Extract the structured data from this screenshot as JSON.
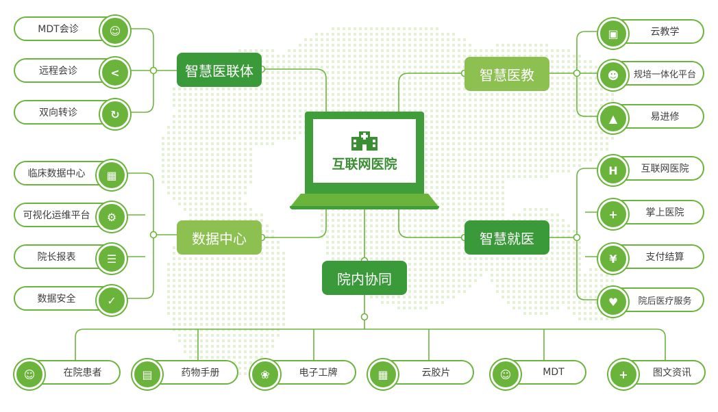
{
  "colors": {
    "dark_green": "#3a9a3a",
    "light_green": "#8cc151",
    "line": "#6bb43c",
    "map_dots": "#e3f0d6"
  },
  "center": {
    "title": "互联网医院",
    "icon": "hospital-building-icon"
  },
  "hubs": {
    "alliance": "智慧医联体",
    "education": "智慧医教",
    "data_center": "数据中心",
    "medical": "智慧就医",
    "collab": "院内协同"
  },
  "alliance_items": [
    {
      "label": "MDT会诊",
      "icon": "group-icon"
    },
    {
      "label": "远程会诊",
      "icon": "share-icon"
    },
    {
      "label": "双向转诊",
      "icon": "transfer-icon"
    }
  ],
  "data_items": [
    {
      "label": "临床数据中心",
      "icon": "building-icon"
    },
    {
      "label": "可视化运维平台",
      "icon": "gear-icon"
    },
    {
      "label": "院长报表",
      "icon": "document-icon"
    },
    {
      "label": "数据安全",
      "icon": "shield-check-icon"
    }
  ],
  "education_items": [
    {
      "label": "云教学",
      "icon": "video-screen-icon"
    },
    {
      "label": "规培一体化平台",
      "icon": "people-icon"
    },
    {
      "label": "易进修",
      "icon": "graduation-cap-icon"
    }
  ],
  "medical_items": [
    {
      "label": "互联网医院",
      "icon": "hospital-h-icon"
    },
    {
      "label": "掌上医院",
      "icon": "mobile-medical-icon"
    },
    {
      "label": "支付结算",
      "icon": "yen-icon"
    },
    {
      "label": "院后医疗服务",
      "icon": "heart-plus-icon"
    }
  ],
  "collab_items": [
    {
      "label": "在院患者",
      "icon": "add-user-icon"
    },
    {
      "label": "药物手册",
      "icon": "book-icon"
    },
    {
      "label": "电子工牌",
      "icon": "clover-icon"
    },
    {
      "label": "云胶片",
      "icon": "film-icon"
    },
    {
      "label": "MDT",
      "icon": "group-icon"
    },
    {
      "label": "图文资讯",
      "icon": "plus-icon"
    }
  ]
}
